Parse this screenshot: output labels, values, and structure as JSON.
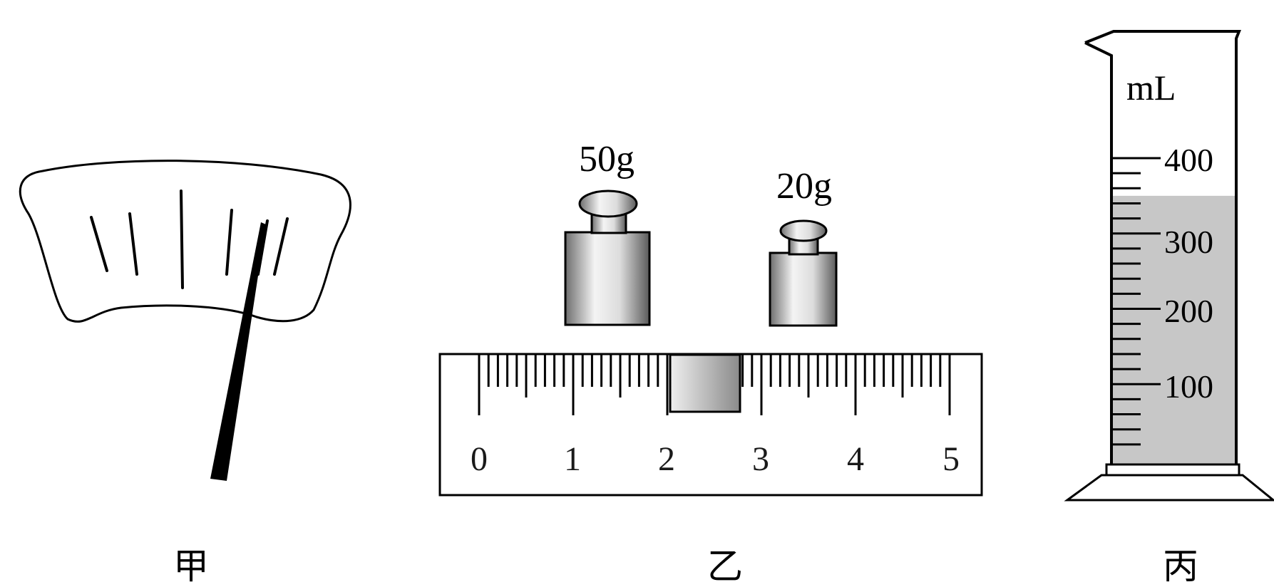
{
  "panels": {
    "jia": {
      "caption": "甲"
    },
    "yi": {
      "caption": "乙",
      "weights": [
        {
          "label": "50g"
        },
        {
          "label": "20g"
        }
      ],
      "ruler_labels": [
        "0",
        "1",
        "2",
        "3",
        "4",
        "5"
      ]
    },
    "bing": {
      "caption": "丙",
      "unit": "mL",
      "scale_labels": [
        "400",
        "300",
        "200",
        "100"
      ],
      "liquid_level_ml": 350
    }
  },
  "colors": {
    "line": "#000000",
    "liquid": "#c7c7c7",
    "ruler_digits": "#1a1a1a"
  }
}
